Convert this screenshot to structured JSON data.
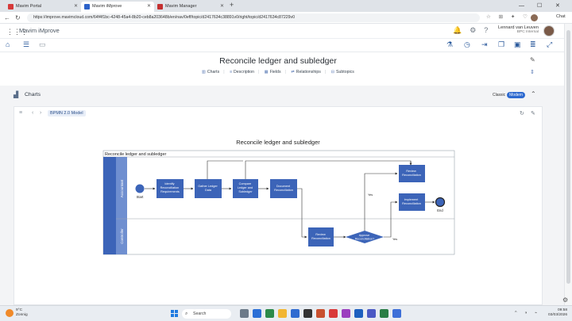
{
  "browser": {
    "tabs": [
      {
        "label": "Mavim Portal",
        "active": false,
        "color": "#d63a3a"
      },
      {
        "label": "Mavim iMprove",
        "active": true,
        "color": "#2c62c9"
      },
      {
        "label": "Mavim Manager",
        "active": false,
        "color": "#c43030"
      }
    ],
    "url": "https://improve.mavimcloud.com/64f4f1bc-4248-45a4-8b20-ceb8a203648b/en/nav/0eff/topic/d2417634c38891v0/right/topic/d2417634c87229v0",
    "chat_label": "Chat"
  },
  "app": {
    "name": "Mavim iMprove",
    "user_name": "Lennard van Leuven",
    "user_org": "BPC Internal"
  },
  "page": {
    "title": "Reconcile ledger and subledger",
    "subnav": [
      "Charts",
      "Description",
      "Fields",
      "Relationships",
      "Subtopics"
    ]
  },
  "charts_section": {
    "label": "Charts",
    "toggle_off": "Classic",
    "toggle_on": "Modern"
  },
  "panel": {
    "model_label": "BPMN 2.0 Model",
    "diagram_title": "Reconcile ledger and subledger"
  },
  "diagram": {
    "pool_title": "Reconcile ledger and subledger",
    "lanes": [
      "Accountant",
      "Controller"
    ],
    "start_label": "Start",
    "end_label": "End",
    "tasks": [
      {
        "id": "t1",
        "label": [
          "Identify",
          "Reconciliation",
          "Requirements"
        ]
      },
      {
        "id": "t2",
        "label": [
          "Gather Ledger",
          "Data"
        ]
      },
      {
        "id": "t3",
        "label": [
          "Compare",
          "Ledger and",
          "Subledger"
        ]
      },
      {
        "id": "t4",
        "label": [
          "Document",
          "Reconciliation"
        ]
      },
      {
        "id": "t5",
        "label": [
          "Review",
          "Reconciliation"
        ]
      },
      {
        "id": "t6",
        "label": [
          "Review",
          "Reconciliation"
        ]
      },
      {
        "id": "t7",
        "label": [
          "Implement",
          "Reconciliation"
        ]
      }
    ],
    "gateway_label": [
      "Approve",
      "Reconciliation?"
    ],
    "yes_top": "Yes",
    "yes_right": "Yes",
    "task_color": "#3c64b8",
    "lane_color": "#3c64b8"
  },
  "taskbar": {
    "weather_temp": "9°C",
    "weather_desc": "Zonnig",
    "search_placeholder": "Search",
    "time": "09:58",
    "date": "03/03/2026"
  }
}
